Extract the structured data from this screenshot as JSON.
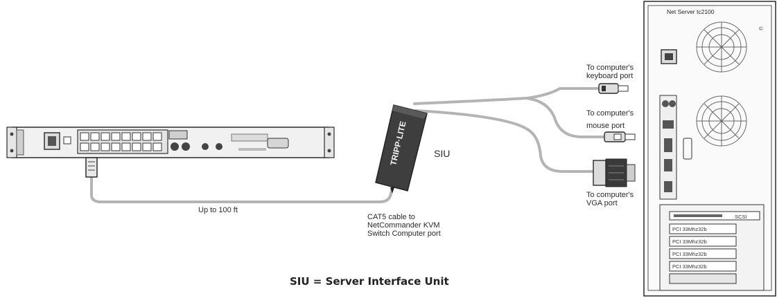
{
  "labels": {
    "keyboard_port": [
      "To computer's",
      "keyboard port"
    ],
    "mouse_port": [
      "To computer's",
      "mouse port"
    ],
    "vga_port": [
      "To computer's",
      "VGA port"
    ],
    "siu": "SIU",
    "distance": "Up to 100 ft",
    "cat5": [
      "CAT5 cable to",
      "NetCommander KVM",
      "Switch Computer port"
    ],
    "footnote": "SIU = Server Interface Unit"
  },
  "server": {
    "model": "Net Server tc2100",
    "slots": [
      "SCSI",
      "PCI 33Mhz32b",
      "PCI 33Mhz32b",
      "PCI 33Mhz32b",
      "PCI 33Mhz32b"
    ]
  },
  "siu_brand": "TRIPP·LITE",
  "colors": {
    "cable": "#b4b4b4",
    "device_dark": "#3c3c3c",
    "outline": "#2a2a2a"
  }
}
